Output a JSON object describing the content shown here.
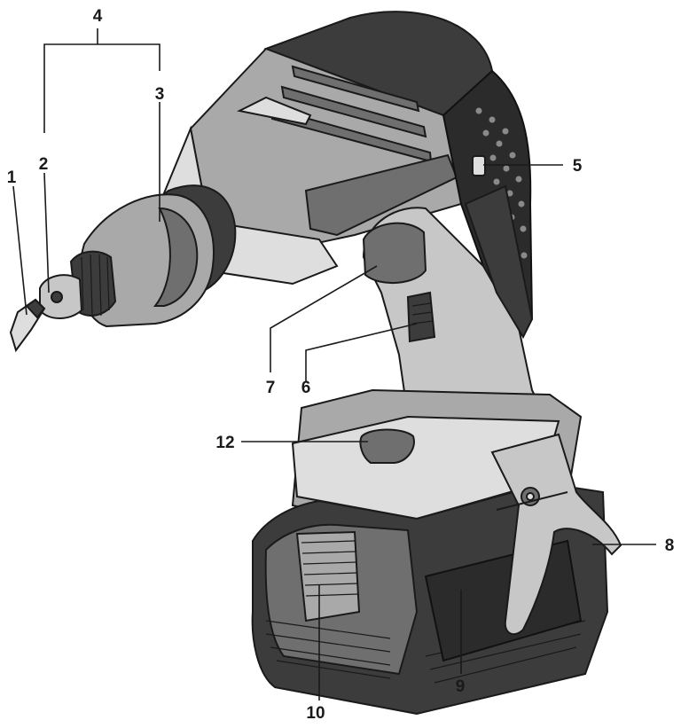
{
  "callouts": {
    "c1": "1",
    "c2": "2",
    "c3": "3",
    "c4": "4",
    "c5": "5",
    "c6": "6",
    "c7": "7",
    "c8": "8",
    "c9": "9",
    "c10": "10",
    "c12": "12"
  },
  "colors": {
    "ink": "#1a1a1a",
    "dark_grey": "#3c3c3c",
    "mid_grey": "#6f6f6f",
    "light_grey": "#a9a9a9",
    "pale_grey": "#dedede",
    "background": "#ffffff"
  }
}
